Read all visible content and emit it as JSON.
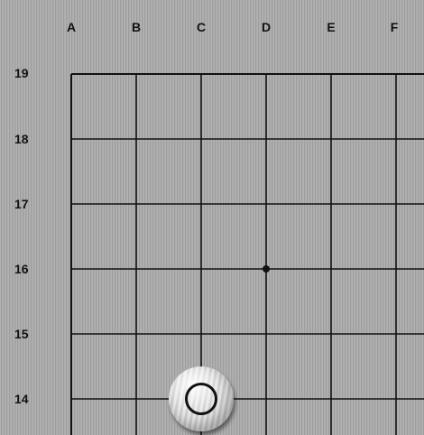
{
  "board": {
    "columns": [
      "A",
      "B",
      "C",
      "D",
      "E",
      "F"
    ],
    "rows": [
      "19",
      "18",
      "17",
      "16",
      "15",
      "14"
    ],
    "star_point": {
      "col": "D",
      "row": "16"
    },
    "stones": [
      {
        "col": "C",
        "row": "14",
        "color": "white",
        "last_move_marker": "circle"
      }
    ],
    "colors": {
      "board": "#a9a9a9",
      "line": "#111111",
      "label": "#111111"
    }
  }
}
